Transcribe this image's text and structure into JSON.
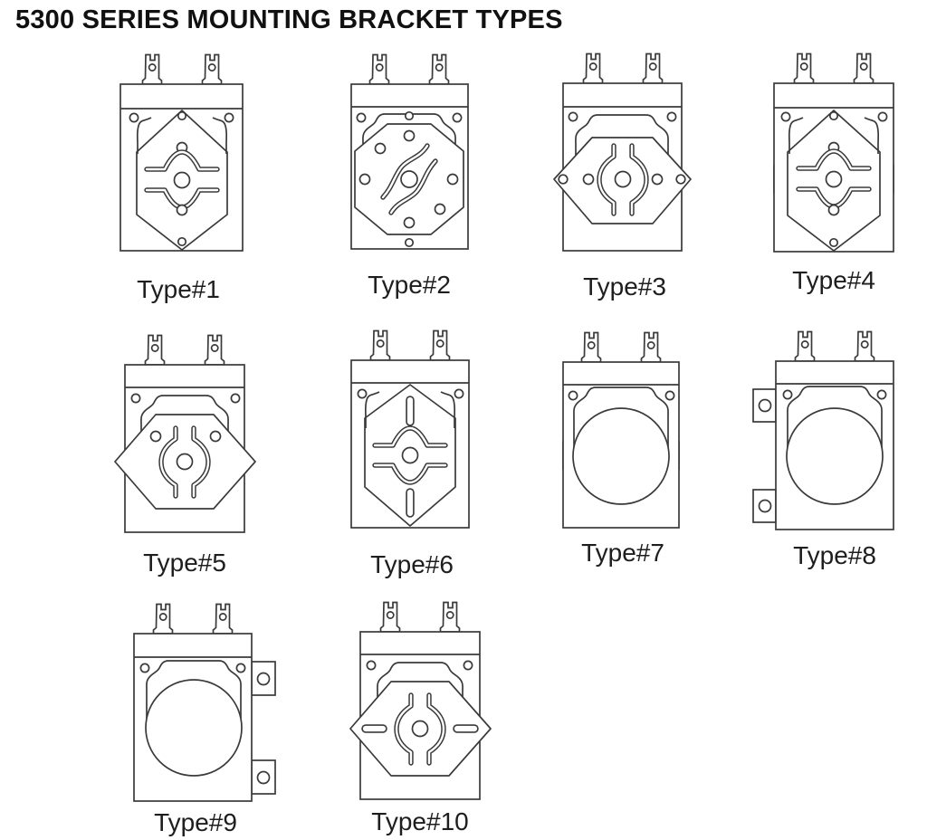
{
  "title": "5300 SERIES MOUNTING BRACKET TYPES",
  "colors": {
    "line": "#3a3a3a",
    "text": "#1a1a1a",
    "background": "#ffffff"
  },
  "diagram": {
    "description": "Ten timer-motor mounting bracket variants, front views with spade terminals",
    "figures": [
      {
        "label": "Type#1"
      },
      {
        "label": "Type#2"
      },
      {
        "label": "Type#3"
      },
      {
        "label": "Type#4"
      },
      {
        "label": "Type#5"
      },
      {
        "label": "Type#6"
      },
      {
        "label": "Type#7"
      },
      {
        "label": "Type#8"
      },
      {
        "label": "Type#9"
      },
      {
        "label": "Type#10"
      }
    ]
  }
}
